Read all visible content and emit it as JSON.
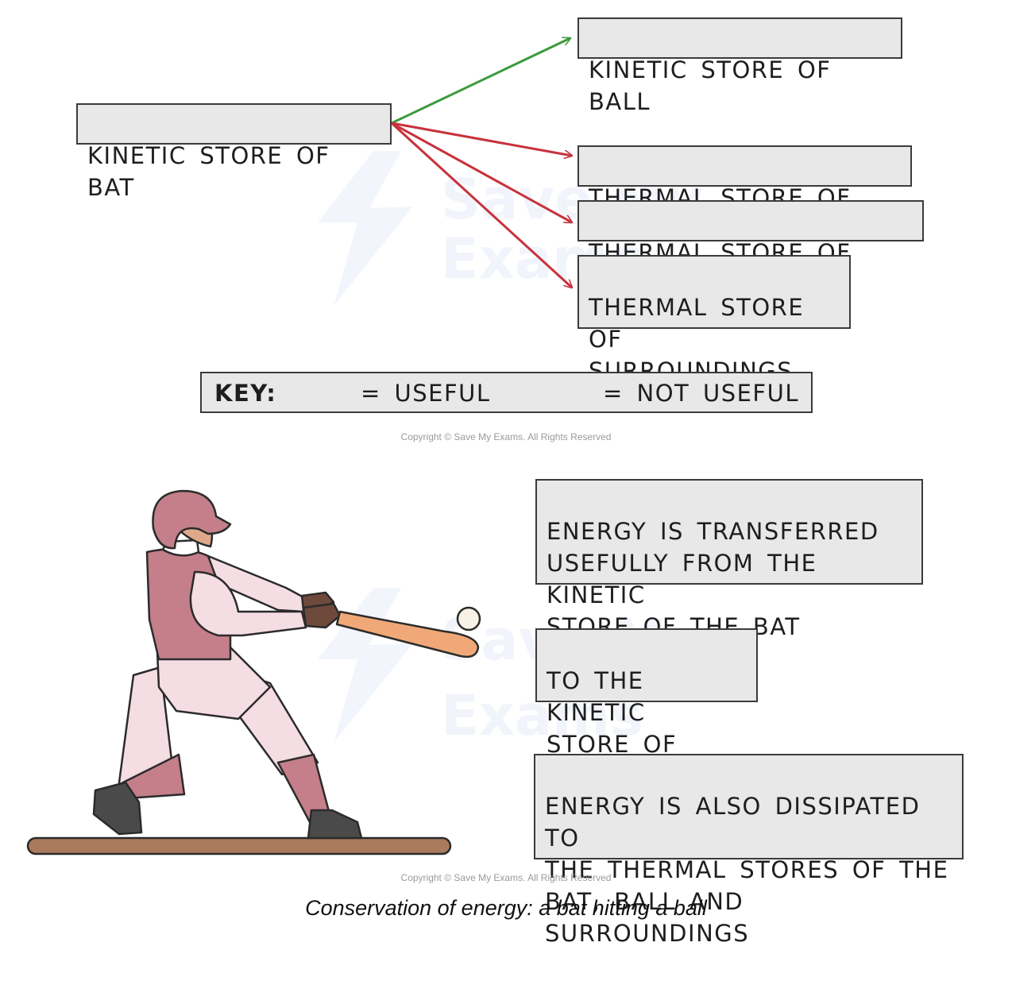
{
  "flow": {
    "source": "KINETIC STORE OF BAT",
    "targets": [
      {
        "label": "KINETIC STORE OF BALL",
        "useful": true
      },
      {
        "label": "THERMAL STORE OF BAT",
        "useful": false
      },
      {
        "label": "THERMAL STORE OF BALL",
        "useful": false
      },
      {
        "label": "THERMAL STORE OF\nSURROUNDINGS",
        "useful": false
      }
    ]
  },
  "key": {
    "title": "KEY:",
    "useful_label": "= USEFUL",
    "not_useful_label": "= NOT USEFUL",
    "useful_color": "#3c9a3c",
    "not_useful_color": "#c8323c"
  },
  "copyright": "Copyright © Save My Exams. All Rights Reserved",
  "explanations": [
    "ENERGY IS TRANSFERRED\nUSEFULLY FROM THE KINETIC\nSTORE OF THE BAT",
    "TO THE KINETIC\nSTORE OF BALL",
    "ENERGY IS ALSO DISSIPATED TO\nTHE THERMAL STORES OF THE\nBAT, BALL AND SURROUNDINGS"
  ],
  "watermark": {
    "line1": "Save My",
    "line2": "Exams"
  },
  "caption": "Conservation of energy: a bat hitting a ball"
}
